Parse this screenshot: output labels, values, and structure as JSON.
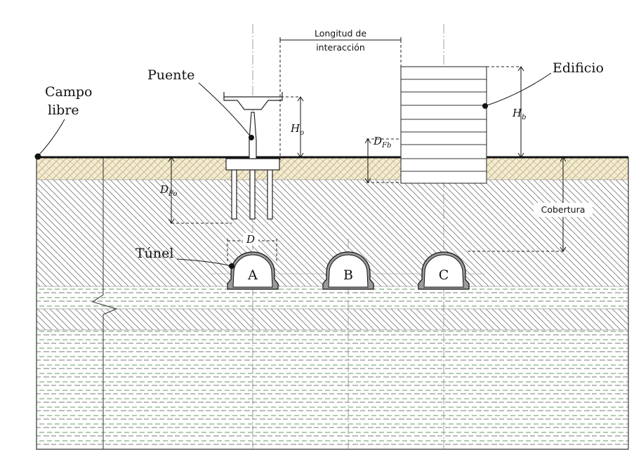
{
  "labels": {
    "campo_libre_1": "Campo",
    "campo_libre_2": "libre",
    "puente": "Puente",
    "edificio": "Edificio",
    "longitud_1": "Longitud de",
    "longitud_2": "interacción",
    "cobertura": "Cobertura",
    "tunel": "Túnel"
  },
  "symbols": {
    "ho": {
      "main": "H",
      "sub": "o"
    },
    "hb": {
      "main": "H",
      "sub": "b"
    },
    "dfb": {
      "main": "D",
      "sub": "Fb"
    },
    "dfo": {
      "main": "D",
      "sub": "Fo"
    },
    "d": {
      "main": "D"
    }
  },
  "tunnels": [
    "A",
    "B",
    "C"
  ],
  "colors": {
    "ground_line": "#111111",
    "fill_layer": "#f2ead0",
    "fill_hatch": "#c9b984",
    "clay_hatch": "#7a7a7a",
    "stiff_layer": "#5f9e5f",
    "tunnel_fill": "#ffffff",
    "structure_stroke": "#222222"
  }
}
